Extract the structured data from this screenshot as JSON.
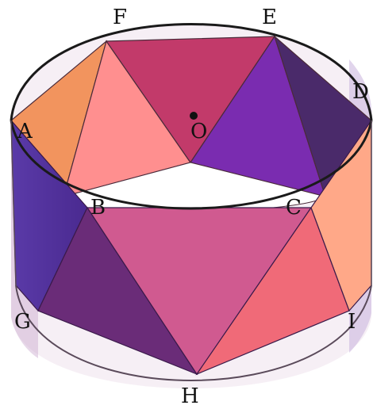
{
  "diagram": {
    "points": {
      "A": "A",
      "B": "B",
      "C": "C",
      "D": "D",
      "E": "E",
      "F": "F",
      "G": "G",
      "H": "H",
      "I": "I",
      "O": "O"
    }
  }
}
